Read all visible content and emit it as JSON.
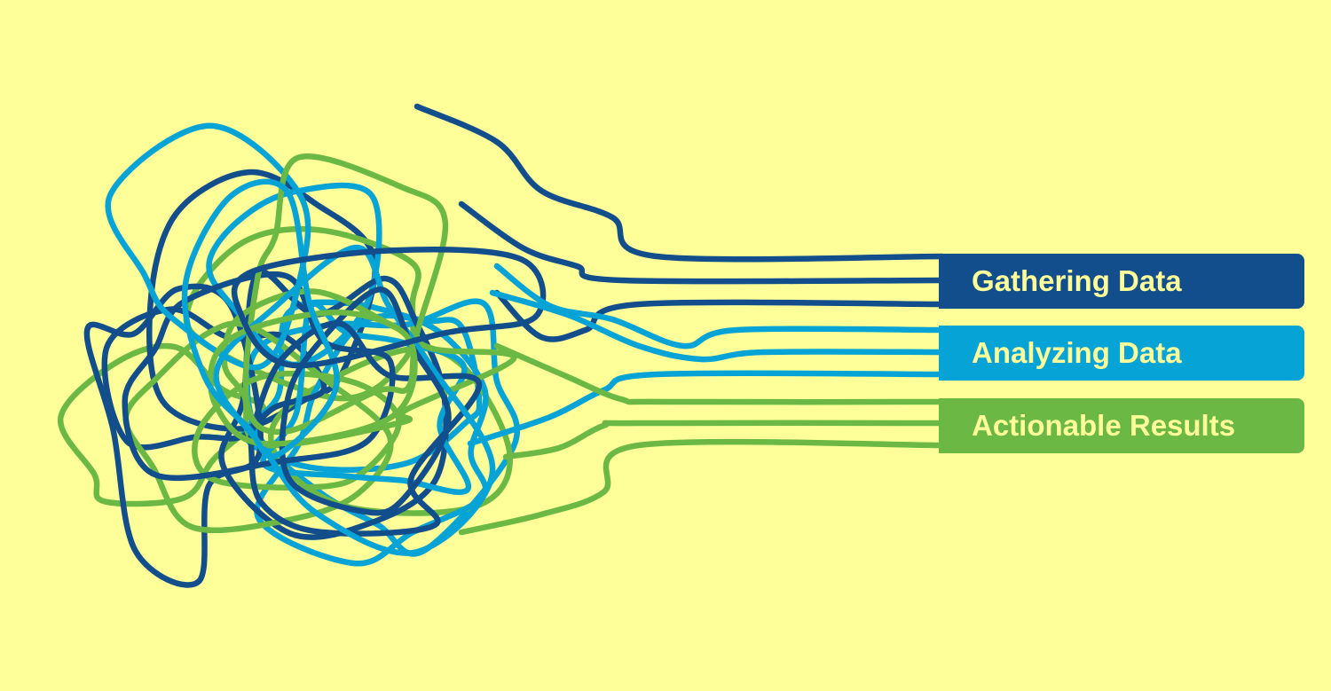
{
  "colors": {
    "background": "#FFFF99",
    "label_text": "#FFFF99",
    "gathering": "#124E8C",
    "analyzing": "#06A3D6",
    "actionable": "#6BB944"
  },
  "stages": [
    {
      "id": "gathering",
      "label": "Gathering Data",
      "color": "#124E8C"
    },
    {
      "id": "analyzing",
      "label": "Analyzing Data",
      "color": "#06A3D6"
    },
    {
      "id": "actionable",
      "label": "Actionable Results",
      "color": "#6BB944"
    }
  ]
}
